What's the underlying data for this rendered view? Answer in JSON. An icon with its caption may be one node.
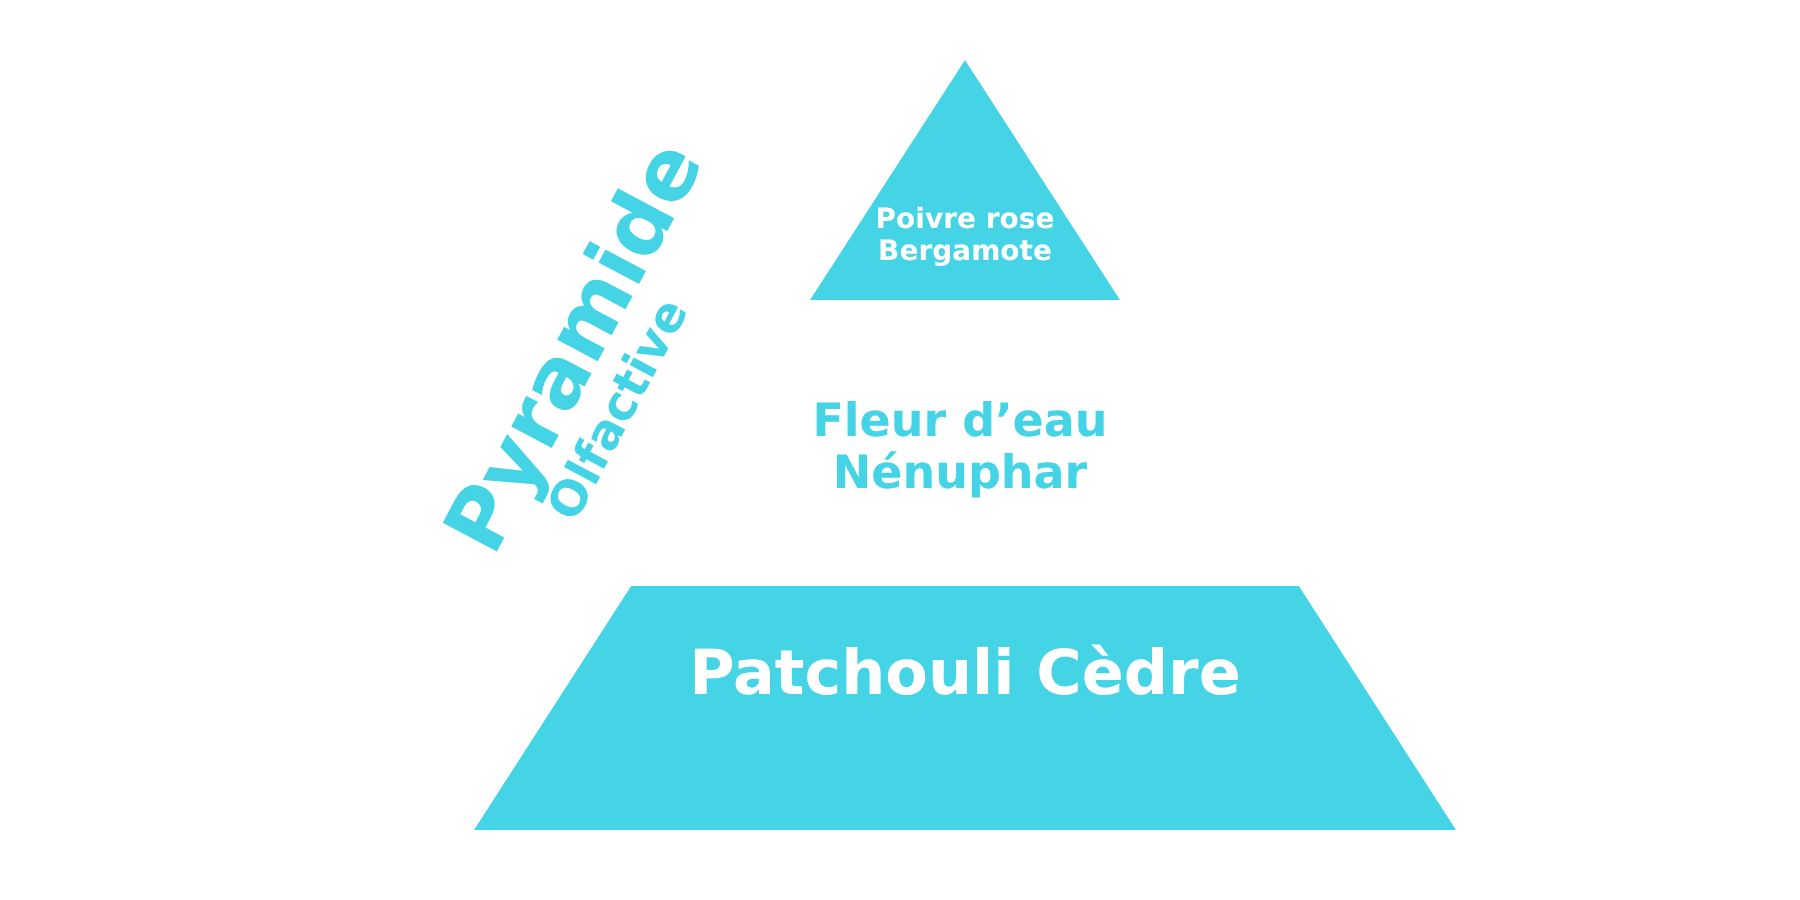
{
  "diagram": {
    "title": "Pyramide Olfactive",
    "nodes": [
      {
        "text": [
          "Poivre rose Bergamote"
        ]
      },
      {
        "text": [
          "Fleur d’eau Nénuphar"
        ]
      },
      {
        "text": [
          "Patchouli Cèdre"
        ]
      }
    ]
  }
}
